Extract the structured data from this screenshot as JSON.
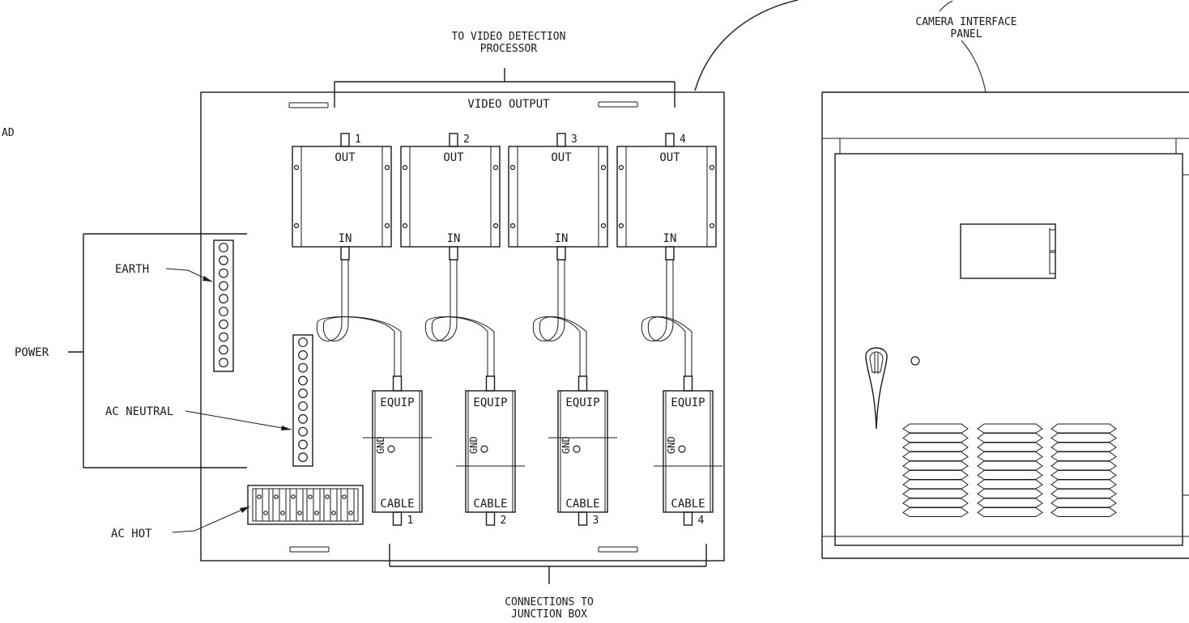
{
  "labels": {
    "top_cut": "AD",
    "to_processor_line1": "TO VIDEO DETECTION",
    "to_processor_line2": "PROCESSOR",
    "video_output": "VIDEO OUTPUT",
    "camera_panel_line1": "CAMERA INTERFACE",
    "camera_panel_line2": "PANEL",
    "earth": "EARTH",
    "power": "POWER",
    "ac_neutral": "AC NEUTRAL",
    "ac_hot": "AC HOT",
    "connections_line1": "CONNECTIONS TO",
    "connections_line2": "JUNCTION BOX"
  },
  "modules": [
    {
      "number": "1",
      "out_label": "OUT",
      "in_label": "IN"
    },
    {
      "number": "2",
      "out_label": "OUT",
      "in_label": "IN"
    },
    {
      "number": "3",
      "out_label": "OUT",
      "in_label": "IN"
    },
    {
      "number": "4",
      "out_label": "OUT",
      "in_label": "IN"
    }
  ],
  "surge_blocks": [
    {
      "number": "1",
      "top_label": "EQUIP",
      "mid_label": "GND",
      "bottom_label": "CABLE"
    },
    {
      "number": "2",
      "top_label": "EQUIP",
      "mid_label": "GND",
      "bottom_label": "CABLE"
    },
    {
      "number": "3",
      "top_label": "EQUIP",
      "mid_label": "GND",
      "bottom_label": "CABLE"
    },
    {
      "number": "4",
      "top_label": "EQUIP",
      "mid_label": "GND",
      "bottom_label": "CABLE"
    }
  ],
  "colors": {
    "ink": "#1a1a1a",
    "paper": "#ffffff"
  }
}
